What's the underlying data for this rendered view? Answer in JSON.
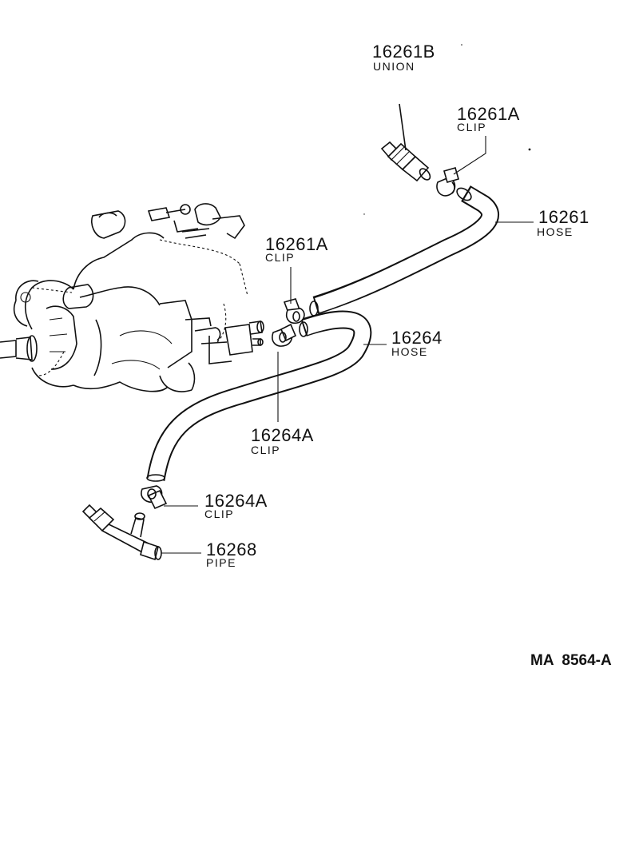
{
  "labels": {
    "union_16261b": {
      "number": "16261B",
      "name": "UNION"
    },
    "clip_16261a_top": {
      "number": "16261A",
      "name": "CLIP"
    },
    "hose_16261": {
      "number": "16261",
      "name": "HOSE"
    },
    "clip_16261a_mid": {
      "number": "16261A",
      "name": "CLIP"
    },
    "hose_16264": {
      "number": "16264",
      "name": "HOSE"
    },
    "clip_16264a_mid": {
      "number": "16264A",
      "name": "CLIP"
    },
    "clip_16264a_low": {
      "number": "16264A",
      "name": "CLIP"
    },
    "pipe_16268": {
      "number": "16268",
      "name": "PIPE"
    }
  },
  "reference_code": "MA  8564-A"
}
